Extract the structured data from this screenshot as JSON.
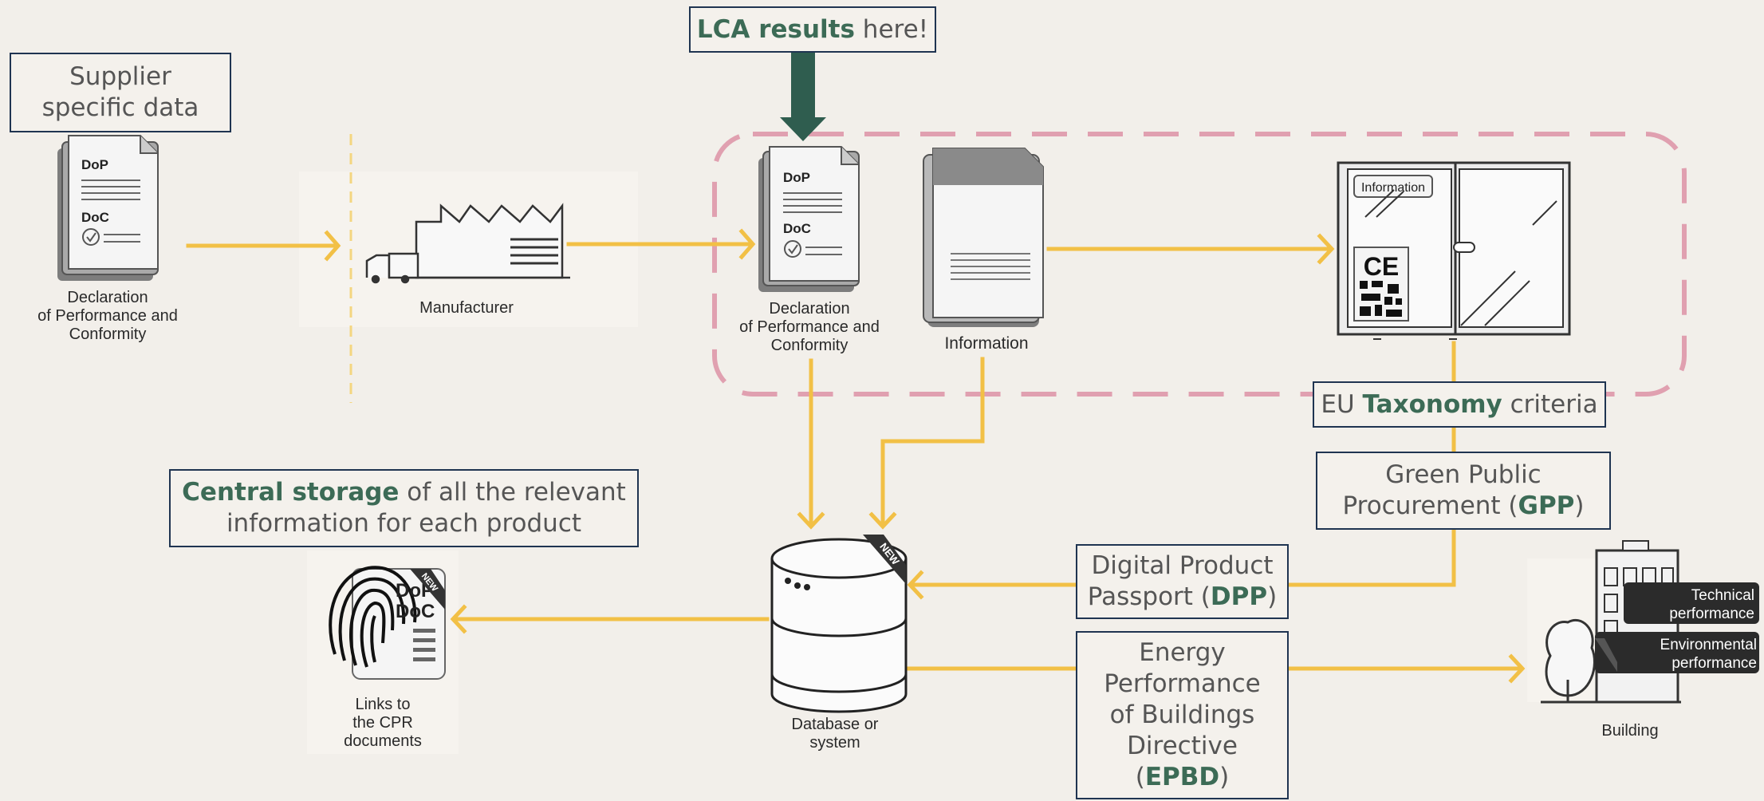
{
  "lca": {
    "highlight": "LCA results",
    "rest": " here!"
  },
  "supplier": {
    "line1": "Supplier",
    "line2": "specific data"
  },
  "central": {
    "highlight": "Central storage",
    "rest1": " of all the relevant",
    "line2": "information for each product"
  },
  "taxonomy": {
    "pre": "EU ",
    "highlight": "Taxonomy",
    "post": " criteria"
  },
  "gpp": {
    "line1": "Green Public",
    "line2_pre": "Procurement (",
    "highlight": "GPP",
    "line2_post": ")"
  },
  "dpp": {
    "line1": "Digital Product",
    "line2_pre": "Passport (",
    "highlight": "DPP",
    "line2_post": ")"
  },
  "epbd": {
    "line1": "Energy",
    "line2": "Performance",
    "line3": "of Buildings",
    "line4": "Directive",
    "line5_pre": "(",
    "highlight": "EPBD",
    "line5_post": ")"
  },
  "labels": {
    "supplier_doc": {
      "l1": "Declaration",
      "l2": "of Performance and",
      "l3": "Conformity"
    },
    "manufacturer": "Manufacturer",
    "cpr_doc": {
      "l1": "Declaration",
      "l2": "of Performance and",
      "l3": "Conformity"
    },
    "information": "Information",
    "links": {
      "l1": "Links to",
      "l2": "the CPR",
      "l3": "documents"
    },
    "database": {
      "l1": "Database or",
      "l2": "system"
    },
    "building": "Building"
  },
  "doc_text": {
    "dop": "DoP",
    "doc": "DoC"
  },
  "window_text": {
    "info": "Information",
    "ce": "CE"
  },
  "badge": "NEW",
  "building_tags": {
    "technical": "Technical performance",
    "environmental": "Environmental performance"
  },
  "colors": {
    "arrow": "#f2c046",
    "box_border": "#1f3451",
    "highlight": "#3c6b56",
    "dashed": "#e0a0b0",
    "lca_arrow": "#2f5d4f",
    "background": "#f2efea"
  }
}
